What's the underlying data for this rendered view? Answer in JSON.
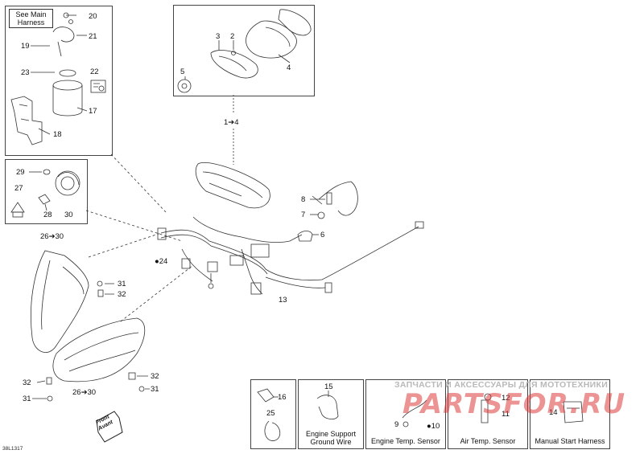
{
  "diagram": {
    "drawing_code": "38L1317",
    "callouts": {
      "c20": "20",
      "c21": "21",
      "c19": "19",
      "c23": "23",
      "c22": "22",
      "c17": "17",
      "c18": "18",
      "c29": "29",
      "c27": "27",
      "c28": "28",
      "c30": "30",
      "c3": "3",
      "c2": "2",
      "c5": "5",
      "c4": "4",
      "c1to4": "1➔4",
      "c8": "8",
      "c7": "7",
      "c6": "6",
      "c24": "24",
      "c26to30a": "26➔30",
      "c31a": "31",
      "c32a": "32",
      "c13": "13",
      "c32b": "32",
      "c31b": "31",
      "c32c": "32",
      "c31c": "31",
      "c26to30b": "26➔30",
      "c16": "16",
      "c25": "25",
      "c15": "15",
      "c9": "9",
      "c10": "10",
      "c12": "12",
      "c11": "11",
      "c14": "14"
    },
    "note_main_harness": "See Main\nHarness",
    "captions": {
      "engine_support": "Engine Support\nGround Wire",
      "engine_temp": "Engine Temp. Sensor",
      "air_temp": "Air Temp. Sensor",
      "manual_start": "Manual Start Harness"
    },
    "front_label": "Front\nAvant",
    "watermark_top": "ЗАПЧАСТИ И АКСЕССУАРЫ ДЛЯ МОТОТЕХНИКИ",
    "watermark_brand": "PARTSFOR.RU"
  }
}
